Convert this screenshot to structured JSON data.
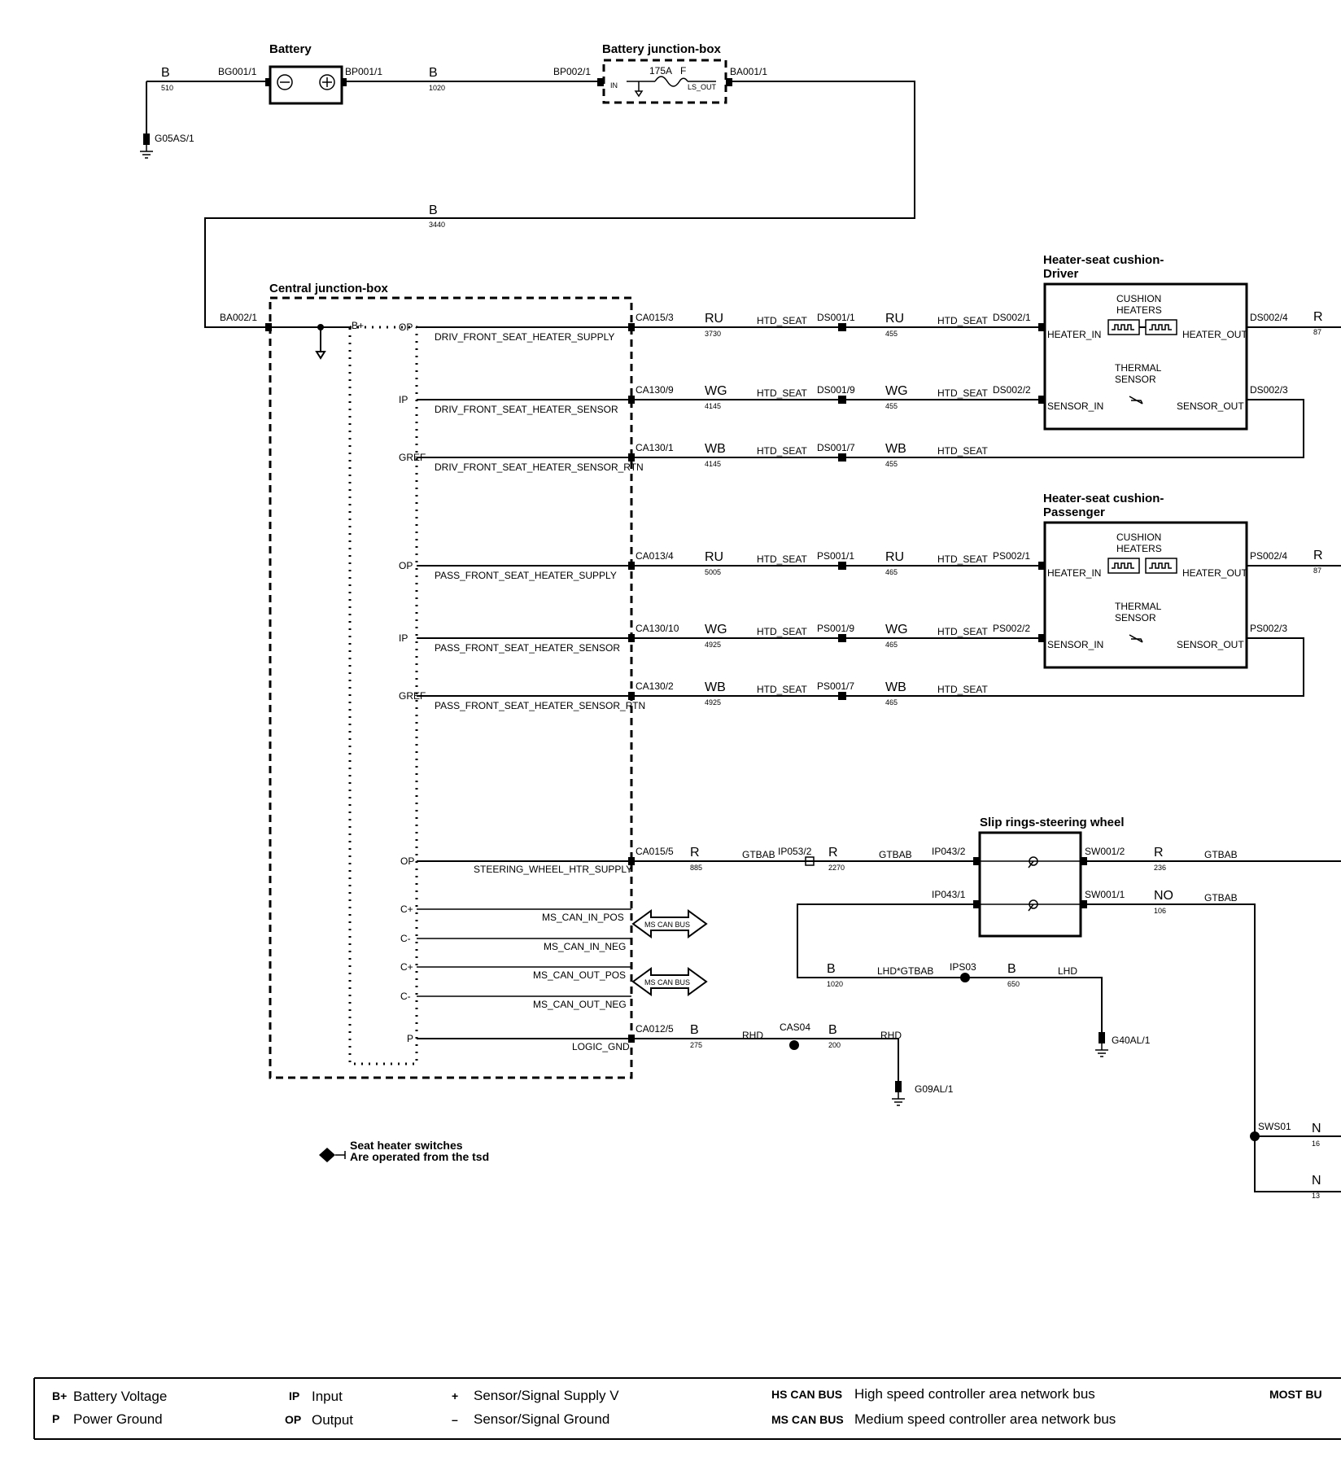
{
  "components": {
    "battery": "Battery",
    "battery_jb": "Battery junction-box",
    "central_jb": "Central junction-box",
    "heater_driver": [
      "Heater-seat cushion-",
      "Driver"
    ],
    "heater_passenger": [
      "Heater-seat cushion-",
      "Passenger"
    ],
    "slip_rings": "Slip rings-steering wheel",
    "cushion_heaters": [
      "CUSHION",
      "HEATERS"
    ],
    "thermal_sensor": [
      "THERMAL",
      "SENSOR"
    ]
  },
  "battery_section": {
    "ground": "G05AS/1",
    "wire1": {
      "color": "B",
      "size": "510"
    },
    "bg001": "BG001/1",
    "bp001": "BP001/1",
    "wire2": {
      "color": "B",
      "size": "1020"
    },
    "bp002": "BP002/1",
    "fuse_rating": "175A",
    "fuse_type": "F",
    "jb_in": "IN",
    "jb_out": "LS_OUT",
    "ba001": "BA001/1",
    "wire3": {
      "color": "B",
      "size": "3440"
    },
    "ba002": "BA002/1"
  },
  "cjb_pins": {
    "bplus": "B+",
    "op": "OP",
    "ip": "IP",
    "gref": "GREF",
    "cplus": "C+",
    "cminus": "C-",
    "p": "P"
  },
  "circuits": [
    {
      "signal": "DRIV_FRONT_SEAT_HEATER_SUPPLY",
      "conn": "CA015/3",
      "color": "RU",
      "size": "3730",
      "net": "HTD_SEAT",
      "inline": "DS001/1",
      "color2": "RU",
      "size2": "455",
      "net2": "HTD_SEAT",
      "dest": "DS002/1",
      "pin": "HEATER_IN"
    },
    {
      "signal": "DRIV_FRONT_SEAT_HEATER_SENSOR",
      "conn": "CA130/9",
      "color": "WG",
      "size": "4145",
      "net": "HTD_SEAT",
      "inline": "DS001/9",
      "color2": "WG",
      "size2": "455",
      "net2": "HTD_SEAT",
      "dest": "DS002/2",
      "pin": "SENSOR_IN"
    },
    {
      "signal": "DRIV_FRONT_SEAT_HEATER_SENSOR_RTN",
      "conn": "CA130/1",
      "color": "WB",
      "size": "4145",
      "net": "HTD_SEAT",
      "inline": "DS001/7",
      "color2": "WB",
      "size2": "455",
      "net2": "HTD_SEAT"
    },
    {
      "signal": "PASS_FRONT_SEAT_HEATER_SUPPLY",
      "conn": "CA013/4",
      "color": "RU",
      "size": "5005",
      "net": "HTD_SEAT",
      "inline": "PS001/1",
      "color2": "RU",
      "size2": "465",
      "net2": "HTD_SEAT",
      "dest": "PS002/1",
      "pin": "HEATER_IN"
    },
    {
      "signal": "PASS_FRONT_SEAT_HEATER_SENSOR",
      "conn": "CA130/10",
      "color": "WG",
      "size": "4925",
      "net": "HTD_SEAT",
      "inline": "PS001/9",
      "color2": "WG",
      "size2": "465",
      "net2": "HTD_SEAT",
      "dest": "PS002/2",
      "pin": "SENSOR_IN"
    },
    {
      "signal": "PASS_FRONT_SEAT_HEATER_SENSOR_RTN",
      "conn": "CA130/2",
      "color": "WB",
      "size": "4925",
      "net": "HTD_SEAT",
      "inline": "PS001/7",
      "color2": "WB",
      "size2": "465",
      "net2": "HTD_SEAT"
    }
  ],
  "heater_outputs": {
    "driver_out": "DS002/4",
    "driver_sensor_out": "DS002/3",
    "passenger_out": "PS002/4",
    "passenger_sensor_out": "PS002/3",
    "heater_out_pin": "HEATER_OUT",
    "sensor_out_pin": "SENSOR_OUT",
    "out_color": "R",
    "out_size_partial": "87"
  },
  "steering": {
    "signal": "STEERING_WHEEL_HTR_SUPPLY",
    "conn": "CA015/5",
    "color": "R",
    "size": "885",
    "net": "GTBAB",
    "inline": "IP053/2",
    "color2": "R",
    "size2": "2270",
    "net2": "GTBAB",
    "sr_in1": "IP043/2",
    "sr_in2": "IP043/1",
    "sr_out1": "SW001/2",
    "sr_out2": "SW001/1",
    "out1": {
      "color": "R",
      "size": "236",
      "net": "GTBAB"
    },
    "out2": {
      "color": "NO",
      "size": "106",
      "net": "GTBAB"
    },
    "lhd_wire": {
      "color": "B",
      "size": "1020",
      "net": "LHD*GTBAB"
    },
    "splice": "IPS03",
    "lhd_wire2": {
      "color": "B",
      "size": "650",
      "net": "LHD"
    },
    "ground": "G40AL/1",
    "sws": "SWS01",
    "n1": "N",
    "n1_size": "16",
    "n2": "N",
    "n2_size": "13"
  },
  "can": {
    "in_pos": "MS_CAN_IN_POS",
    "in_neg": "MS_CAN_IN_NEG",
    "out_pos": "MS_CAN_OUT_POS",
    "out_neg": "MS_CAN_OUT_NEG",
    "bus": "MS CAN BUS"
  },
  "ground_circuit": {
    "signal": "LOGIC_GND",
    "conn": "CA012/5",
    "color": "B",
    "size": "275",
    "net": "RHD",
    "splice": "CAS04",
    "color2": "B",
    "size2": "200",
    "net2": "RHD",
    "ground": "G09AL/1"
  },
  "note": [
    "Seat heater switches",
    "Are operated from the tsd"
  ],
  "legend": {
    "bplus": {
      "key": "B+",
      "text": "Battery Voltage"
    },
    "p": {
      "key": "P",
      "text": "Power Ground"
    },
    "ip": {
      "key": "IP",
      "text": "Input"
    },
    "op": {
      "key": "OP",
      "text": "Output"
    },
    "plus": {
      "key": "+",
      "text": "Sensor/Signal Supply V"
    },
    "minus": {
      "key": "–",
      "text": "Sensor/Signal Ground"
    },
    "hs": {
      "key": "HS CAN BUS",
      "text": "High speed controller area network bus"
    },
    "ms": {
      "key": "MS CAN BUS",
      "text": "Medium speed controller area network bus"
    },
    "most": {
      "key": "MOST BU"
    }
  }
}
